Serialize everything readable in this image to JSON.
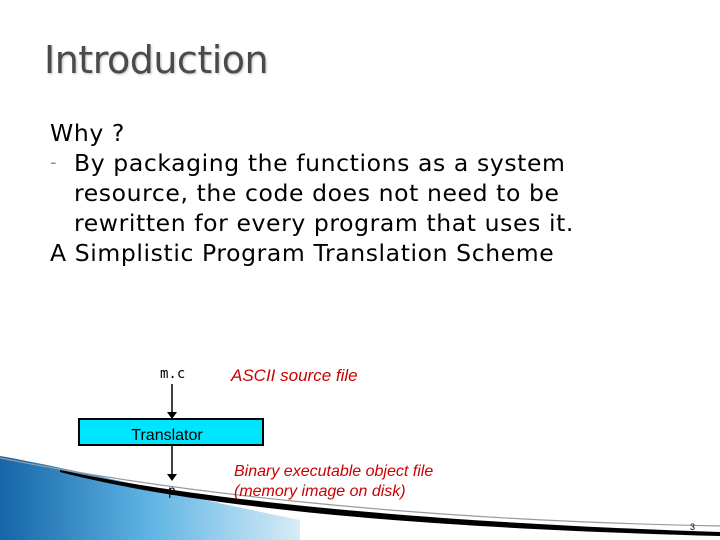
{
  "slide": {
    "title": "Introduction",
    "bullets": [
      {
        "text": "Why ?"
      },
      {
        "text": "By packaging the functions as a system",
        "marker": "-"
      },
      {
        "text": "resource, the code does not need to be"
      },
      {
        "text": "rewritten for every program that uses it."
      },
      {
        "text": "A Simplistic Program Translation Scheme"
      }
    ],
    "page_number": "3"
  },
  "diagram": {
    "source_file": "m.c",
    "source_desc": "ASCII source file",
    "translator": "Translator",
    "output_file": "p",
    "output_desc_line1": "Binary executable object file",
    "output_desc_line2": "(memory image on disk)",
    "label_color": "#cc0000",
    "box_color": "#00e5ff"
  },
  "theme": {
    "title_color": "#4a4a4a",
    "swoosh_color": "#1e88c8"
  }
}
